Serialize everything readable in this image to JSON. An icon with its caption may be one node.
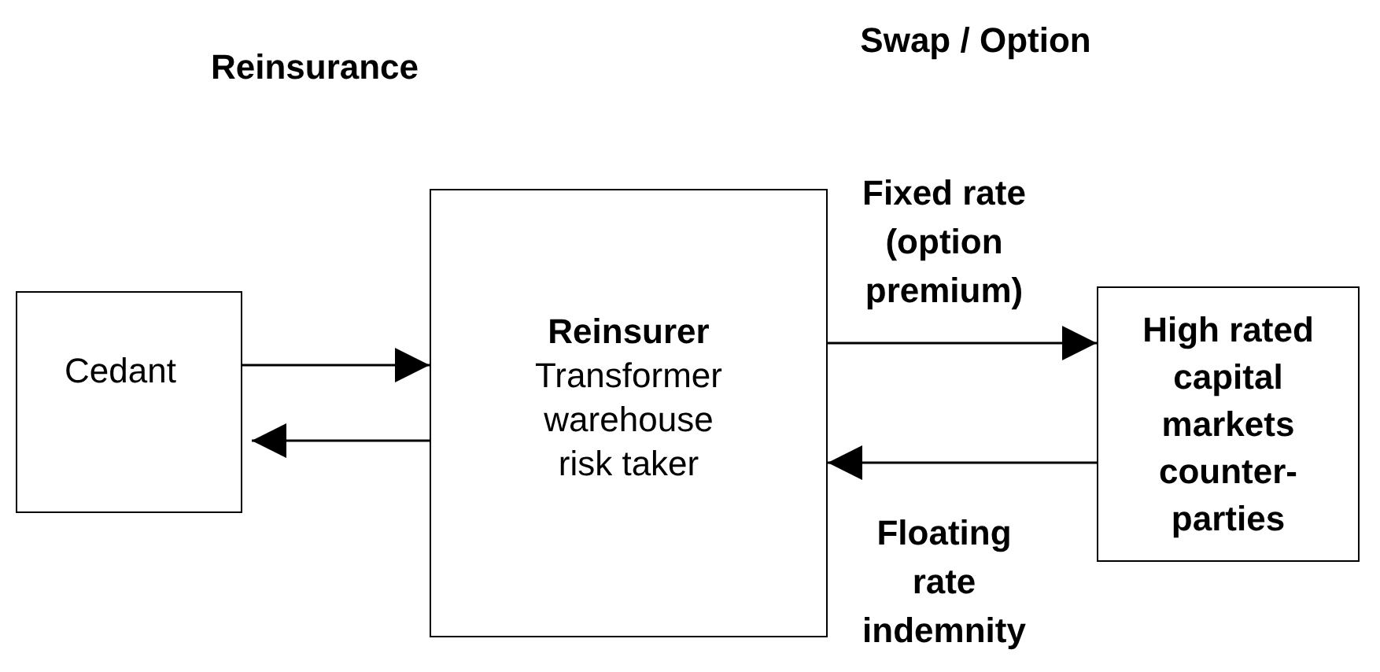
{
  "diagram": {
    "nodes": [
      {
        "text": [
          "Cedant"
        ]
      },
      {
        "text": [
          "Reinsurer",
          "Transformer warehouse risk taker"
        ]
      },
      {
        "text": [
          "High rated capital markets counter-parties"
        ]
      }
    ],
    "edges": [
      {
        "from": 0,
        "to": 1,
        "arrow": "to"
      },
      {
        "from": 1,
        "to": 0,
        "arrow": "to"
      },
      {
        "from": 1,
        "to": 2,
        "arrow": "to",
        "label": "Fixed rate (option premium)"
      },
      {
        "from": 2,
        "to": 1,
        "arrow": "to",
        "label": "Floating rate indemnity"
      }
    ],
    "labels": [
      "Swap / Option",
      "Reinsurance"
    ]
  }
}
